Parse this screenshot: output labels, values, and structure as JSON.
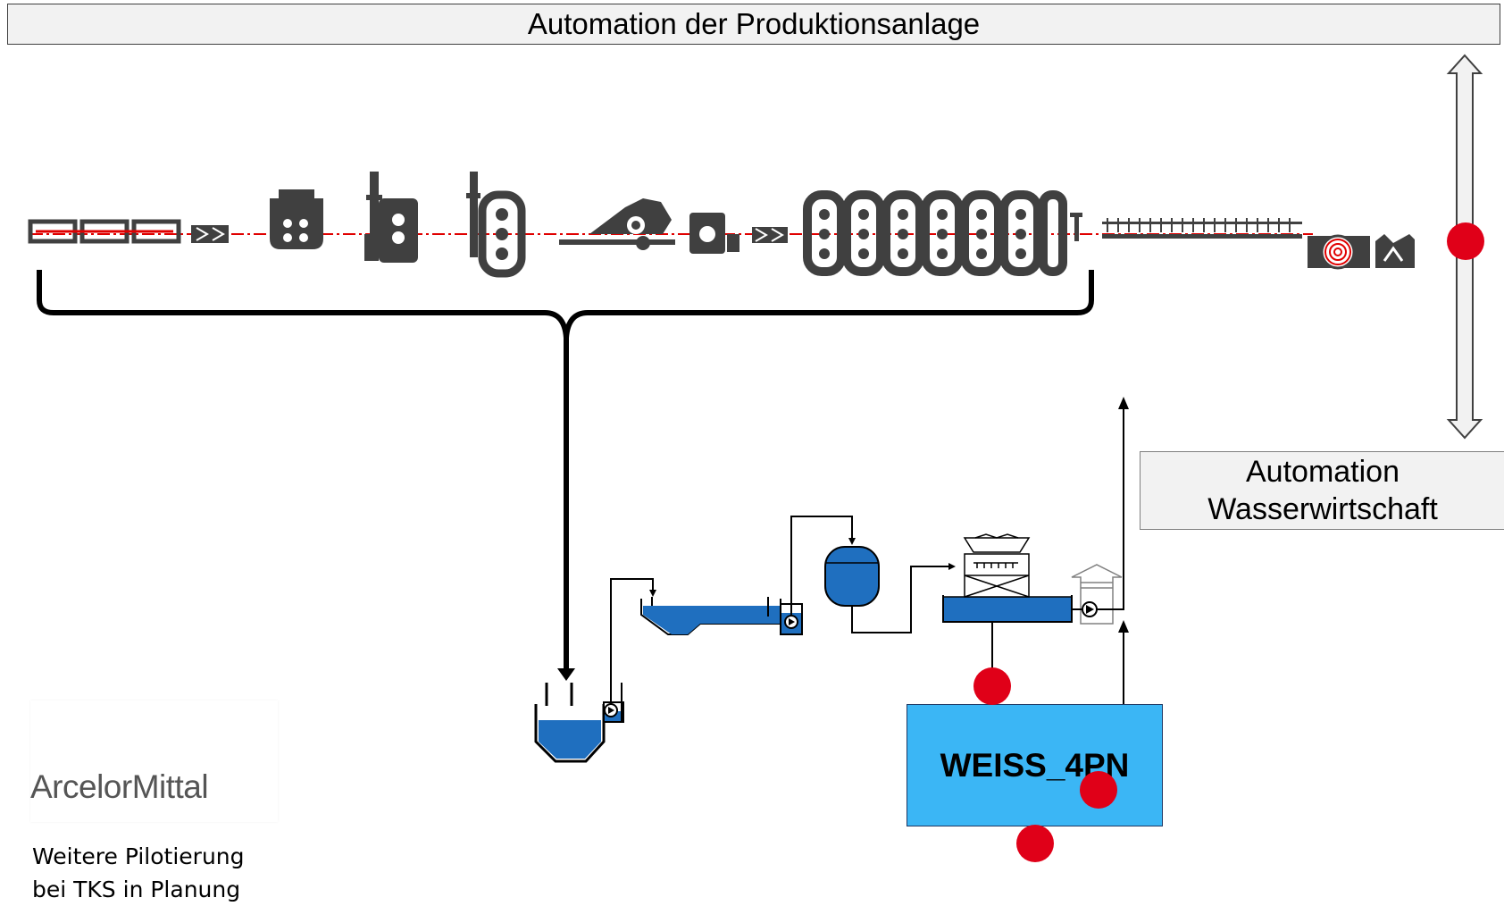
{
  "title": "Automation der Produktionsanlage",
  "water_box": {
    "line1": "Automation",
    "line2": "Wasserwirtschaft"
  },
  "unit_box": {
    "label": "WEISS_4PN"
  },
  "logo": {
    "text": "ArcelorMittal"
  },
  "note": {
    "line1": "Weitere Pilotierung",
    "line2": "bei TKS in Planung"
  },
  "colors": {
    "machine": "#404040",
    "process_line": "#e00000",
    "water_blue": "#1f6fbf",
    "unit_box": "#3bb6f5",
    "marker_red": "#e00018",
    "logo_orange": "#f07d1a"
  },
  "icons": [
    "arcelormittal-logo-icon",
    "pump-icon",
    "cooling-tower-icon",
    "tank-icon",
    "double-arrow-icon",
    "coil-icon",
    "rolling-stand-icon",
    "furnace-icon"
  ]
}
